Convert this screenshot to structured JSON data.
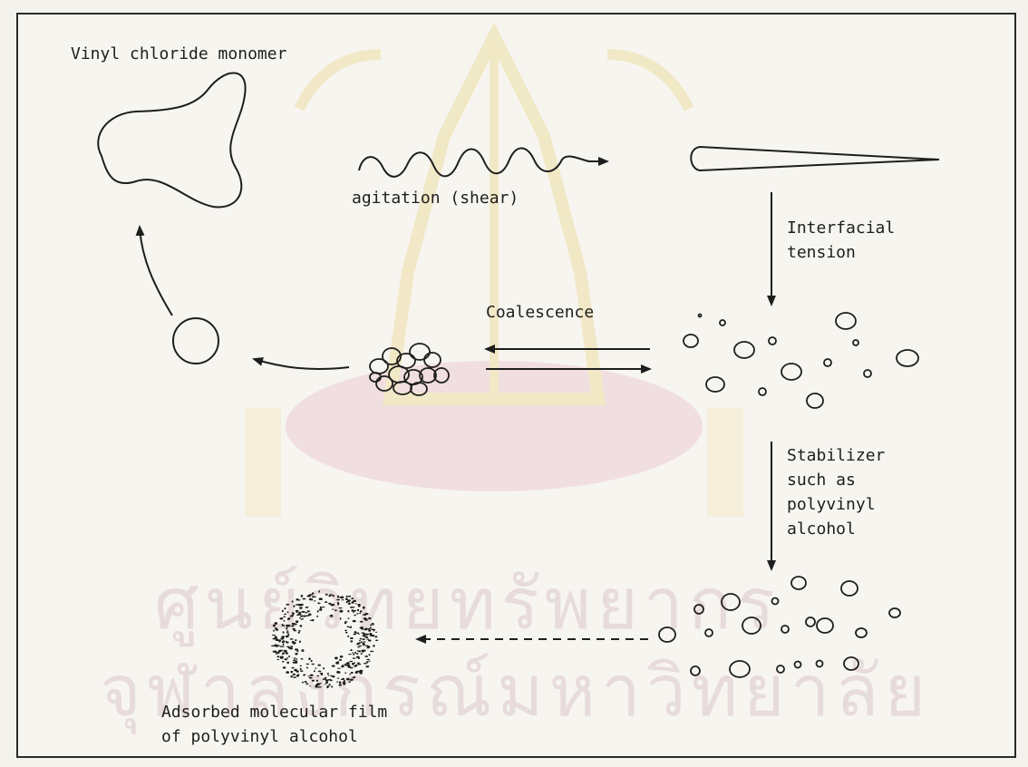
{
  "labels": {
    "vinyl_chloride_monomer": "Vinyl chloride monomer",
    "agitation": "agitation (shear)",
    "interfacial_tension_line1": "Interfacial",
    "interfacial_tension_line2": "tension",
    "coalescence": "Coalescence",
    "stabilizer_line1": "Stabilizer",
    "stabilizer_line2": "such as",
    "stabilizer_line3": "polyvinyl",
    "stabilizer_line4": "alcohol",
    "film_line1": "Adsorbed molecular film",
    "film_line2": "of polyvinyl alcohol"
  },
  "watermark": {
    "line1": "ศูนย์วิทยทรัพยากร",
    "line2": "จุฬาลงกรณ์มหาวิทยาลัย"
  },
  "colors": {
    "ink": "#1e1e1e",
    "paper": "#f7f5f0",
    "watermark_gold": "#e8d27a",
    "watermark_pink": "#e6b4c4"
  }
}
